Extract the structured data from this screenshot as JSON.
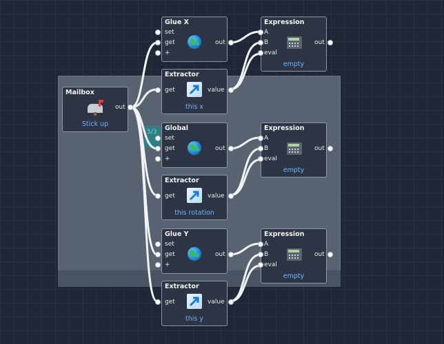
{
  "mailbox": {
    "title": "Mailbox",
    "port_out": "out",
    "subtitle": "Stick up",
    "icon": "mailbox-icon"
  },
  "glue_x": {
    "title": "Glue X",
    "ports": [
      "set",
      "get",
      "+"
    ],
    "port_out": "out",
    "icon": "globe-icon"
  },
  "extractor_x": {
    "title": "Extractor",
    "port_in": "get",
    "port_out": "value",
    "subtitle": "this x",
    "icon": "arrow-up-right-icon"
  },
  "global": {
    "title": "Global",
    "ports": [
      "set",
      "get",
      "+"
    ],
    "port_out": "out",
    "icon": "globe-icon"
  },
  "extractor_rot": {
    "title": "Extractor",
    "port_in": "get",
    "port_out": "value",
    "subtitle": "this rotation",
    "icon": "arrow-up-right-icon"
  },
  "glue_y": {
    "title": "Glue Y",
    "ports": [
      "set",
      "get",
      "+"
    ],
    "port_out": "out",
    "icon": "globe-icon"
  },
  "extractor_y": {
    "title": "Extractor",
    "port_in": "get",
    "port_out": "value",
    "subtitle": "this y",
    "icon": "arrow-up-right-icon"
  },
  "expression_1": {
    "title": "Expression",
    "ports": [
      "A",
      "B",
      "eval"
    ],
    "port_out": "out",
    "subtitle": "empty",
    "icon": "calculator-icon"
  },
  "expression_2": {
    "title": "Expression",
    "ports": [
      "A",
      "B",
      "eval"
    ],
    "port_out": "out",
    "subtitle": "empty",
    "icon": "calculator-icon"
  },
  "expression_3": {
    "title": "Expression",
    "ports": [
      "A",
      "B",
      "eval"
    ],
    "port_out": "out",
    "subtitle": "empty",
    "icon": "calculator-icon"
  },
  "group_tab_label": "5/3",
  "colors": {
    "background": "#1f2736",
    "group": "#586270",
    "node": "#2d3443",
    "node_border": "#8c96a6",
    "subtitle": "#6fb6ff",
    "wire": "#f1f3f5"
  }
}
